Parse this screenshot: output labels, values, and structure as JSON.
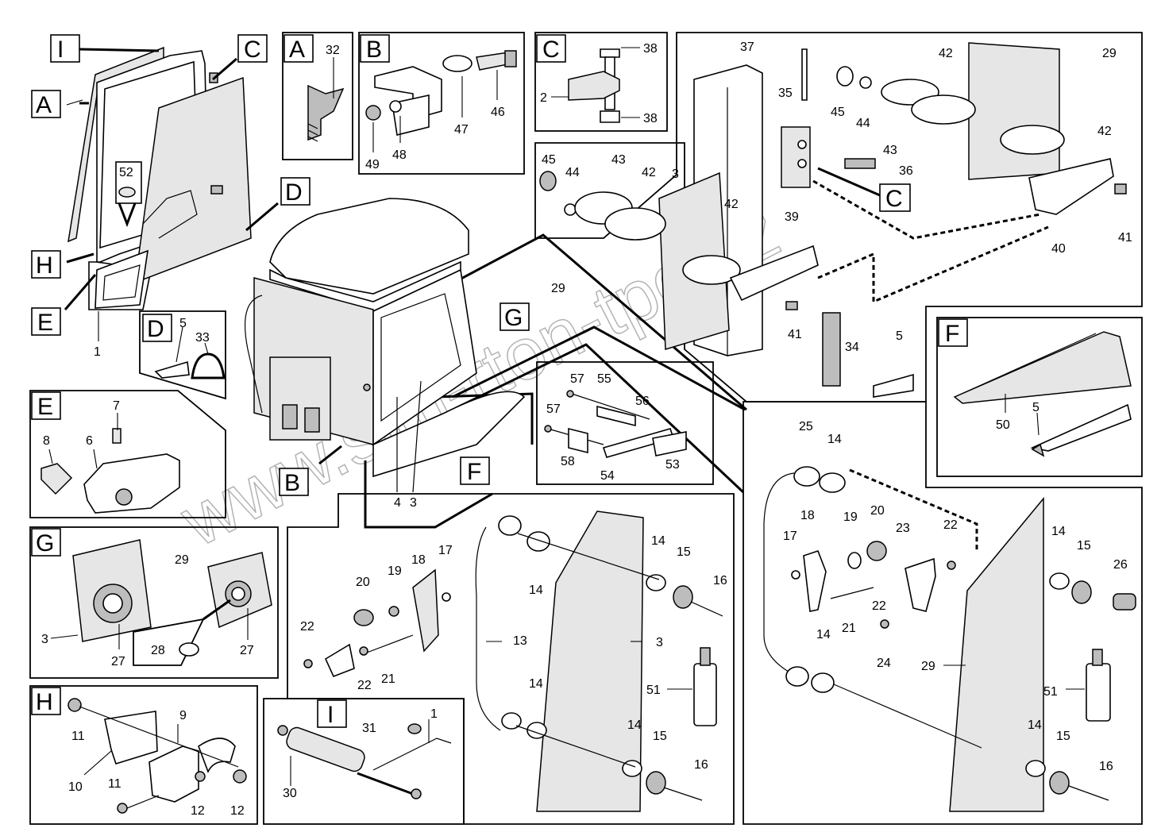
{
  "watermark": "www.sim-rton-tpo.kz",
  "section_letters": [
    "I",
    "A",
    "C",
    "H",
    "E",
    "D",
    "B",
    "G",
    "F"
  ],
  "parts": {
    "p1": "1",
    "p2": "2",
    "p3": "3",
    "p4": "4",
    "p5": "5",
    "p6": "6",
    "p7": "7",
    "p8": "8",
    "p9": "9",
    "p10": "10",
    "p11": "11",
    "p12": "12",
    "p13": "13",
    "p14": "14",
    "p15": "15",
    "p16": "16",
    "p17": "17",
    "p18": "18",
    "p19": "19",
    "p20": "20",
    "p21": "21",
    "p22": "22",
    "p23": "23",
    "p24": "24",
    "p25": "25",
    "p26": "26",
    "p27": "27",
    "p28": "28",
    "p29": "29",
    "p30": "30",
    "p31": "31",
    "p32": "32",
    "p33": "33",
    "p34": "34",
    "p35": "35",
    "p36": "36",
    "p37": "37",
    "p38": "38",
    "p39": "39",
    "p40": "40",
    "p41": "41",
    "p42": "42",
    "p43": "43",
    "p44": "44",
    "p45": "45",
    "p46": "46",
    "p47": "47",
    "p48": "48",
    "p49": "49",
    "p50": "50",
    "p51": "51",
    "p52": "52",
    "p53": "53",
    "p54": "54",
    "p55": "55",
    "p56": "56",
    "p57": "57",
    "p58": "58"
  }
}
